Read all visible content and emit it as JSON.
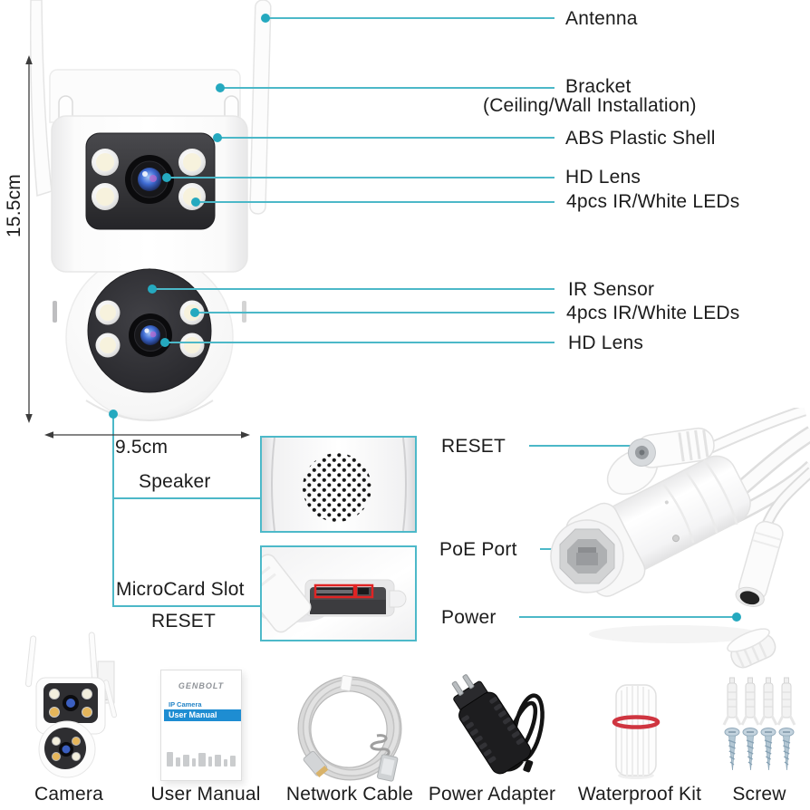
{
  "product_diagram": {
    "accent_line_color": "#4cb8c8",
    "accent_dot_color": "#25a9bf",
    "dimension_color": "#3c3c3c",
    "highlight_color": "#e02424",
    "height_dimension": "15.5cm",
    "width_dimension": "9.5cm",
    "labels": {
      "antenna": "Antenna",
      "bracket": "Bracket",
      "bracket_sub": "(Ceiling/Wall Installation)",
      "abs_shell": "ABS Plastic Shell",
      "hd_lens_top": "HD Lens",
      "leds_top": "4pcs IR/White LEDs",
      "ir_sensor": "IR Sensor",
      "leds_bottom": "4pcs IR/White LEDs",
      "hd_lens_bottom": "HD Lens",
      "speaker": "Speaker",
      "microcard_slot": "MicroCard Slot",
      "reset_left": "RESET",
      "reset_right": "RESET",
      "poe_port": "PoE Port",
      "power": "Power"
    }
  },
  "user_manual": {
    "brand": "GENBOLT",
    "subtitle": "IP Camera",
    "title": "User Manual",
    "banner_color": "#1e8dd2"
  },
  "package_contents": [
    {
      "label": "Camera"
    },
    {
      "label": "User Manual"
    },
    {
      "label": "Network Cable"
    },
    {
      "label": "Power Adapter"
    },
    {
      "label": "Waterproof Kit"
    },
    {
      "label": "Screw"
    }
  ]
}
